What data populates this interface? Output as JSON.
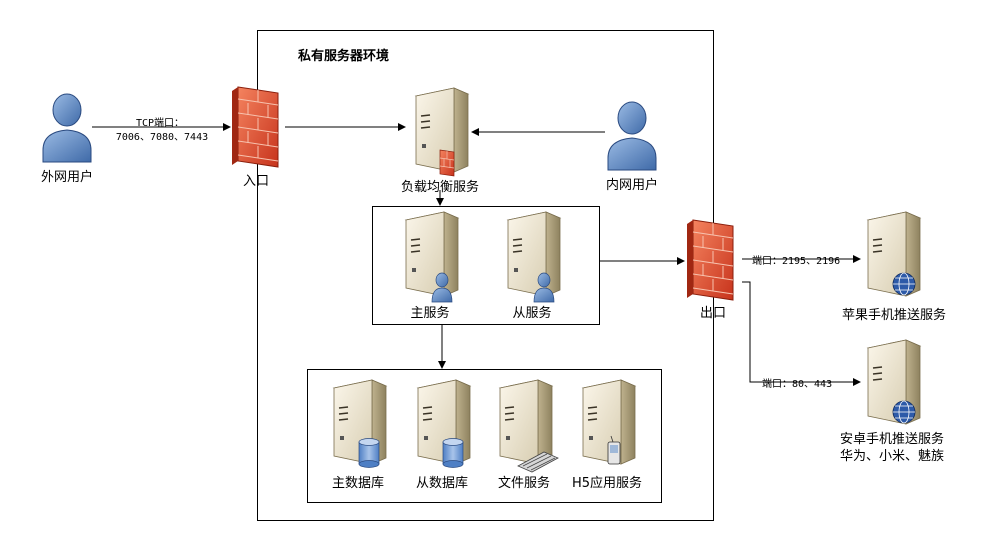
{
  "environment": {
    "title": "私有服务器环境"
  },
  "external_user": {
    "label": "外网用户"
  },
  "internal_user": {
    "label": "内网用户"
  },
  "tcp_ports": {
    "line1": "TCP端口：",
    "line2": "7006、7080、7443"
  },
  "entry_firewall": {
    "label": "入口"
  },
  "exit_firewall": {
    "label": "出口"
  },
  "load_balancer": {
    "label": "负载均衡服务"
  },
  "app_servers": [
    {
      "label": "主服务"
    },
    {
      "label": "从服务"
    }
  ],
  "data_servers": [
    {
      "label": "主数据库"
    },
    {
      "label": "从数据库"
    },
    {
      "label": "文件服务"
    },
    {
      "label": "H5应用服务"
    }
  ],
  "apple_push": {
    "port_label": "端口：2195、2196",
    "label": "苹果手机推送服务"
  },
  "android_push": {
    "port_label": "端口：80、443",
    "label_line1": "安卓手机推送服务",
    "label_line2": "华为、小米、魅族"
  },
  "colors": {
    "server_body": "#d9cfb4",
    "server_front": "#efe8d6",
    "firewall": "#e2553a",
    "user": "#6f95c8",
    "database": "#7fa3d6"
  }
}
